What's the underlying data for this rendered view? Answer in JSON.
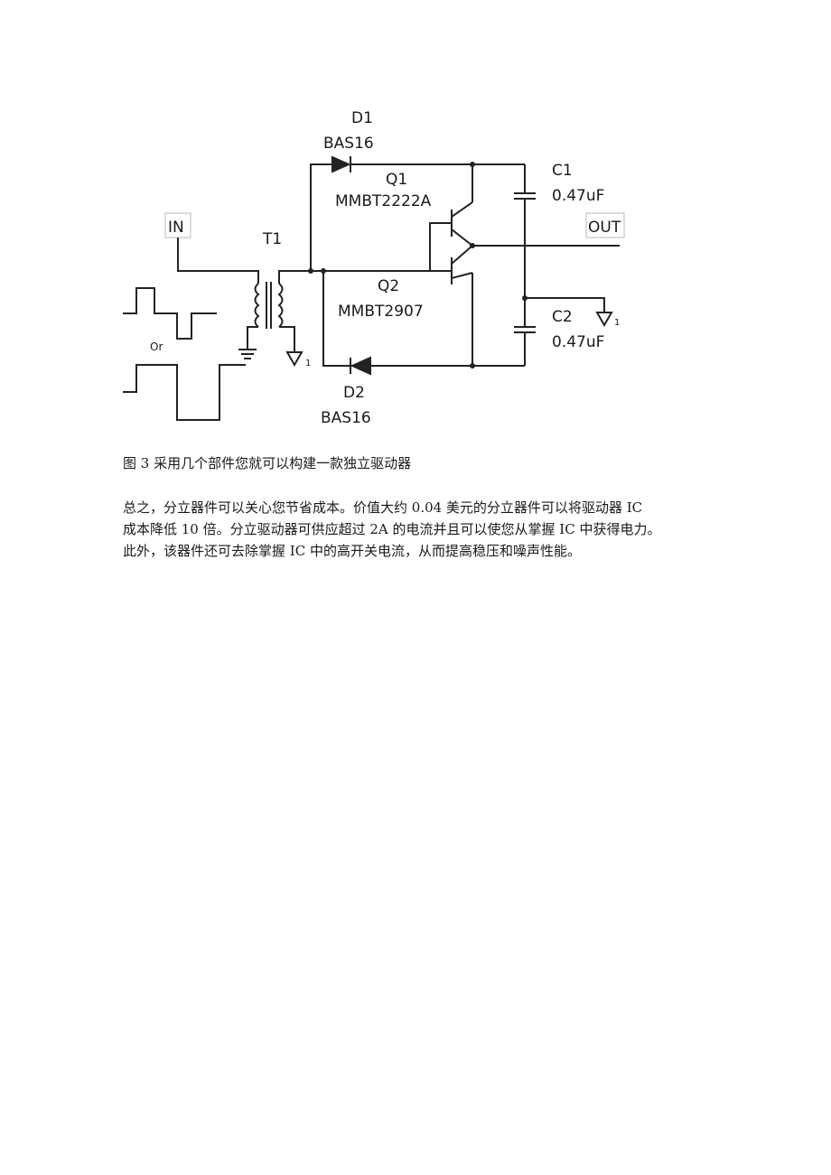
{
  "figure": {
    "labels": {
      "d1": "D1",
      "d1_part": "BAS16",
      "q1": "Q1",
      "q1_part": "MMBT2222A",
      "c1": "C1",
      "c1_value": "0.47uF",
      "in": "IN",
      "out": "OUT",
      "t1": "T1",
      "q2": "Q2",
      "q2_part": "MMBT2907",
      "c2": "C2",
      "c2_value": "0.47uF",
      "or": "Or",
      "d2": "D2",
      "d2_part": "BAS16",
      "gnd_ref": "1"
    }
  },
  "caption": "图 3 采用几个部件您就可以构建一款独立驱动器",
  "paragraph": {
    "lines": [
      "总之，分立器件可以关心您节省成本。价值大约 0.04 美元的分立器件可以将驱动器 IC",
      "成本降低 10 倍。分立驱动器可供应超过 2A 的电流并且可以使您从掌握 IC 中获得电力。",
      "此外，该器件还可去除掌握 IC 中的高开关电流，从而提高稳压和噪声性能。"
    ]
  }
}
